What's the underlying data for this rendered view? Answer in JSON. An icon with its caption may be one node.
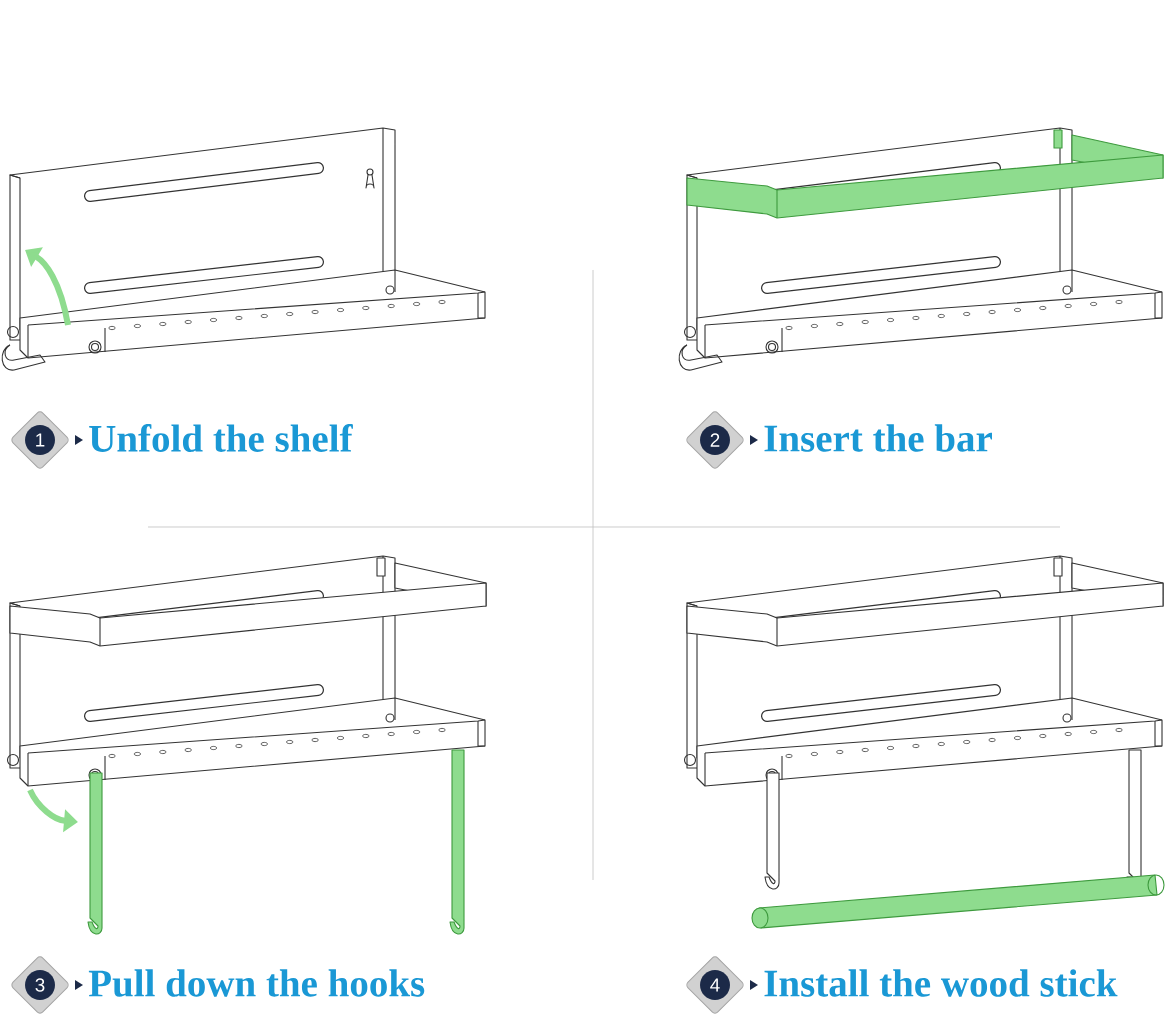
{
  "diagram": {
    "nodes": [
      {
        "text": [
          "1",
          "Unfold the shelf"
        ]
      },
      {
        "text": [
          "2",
          "Insert the bar"
        ]
      },
      {
        "text": [
          "3",
          "Pull down the hooks"
        ]
      },
      {
        "text": [
          "4",
          "Install the wood stick"
        ]
      }
    ]
  }
}
